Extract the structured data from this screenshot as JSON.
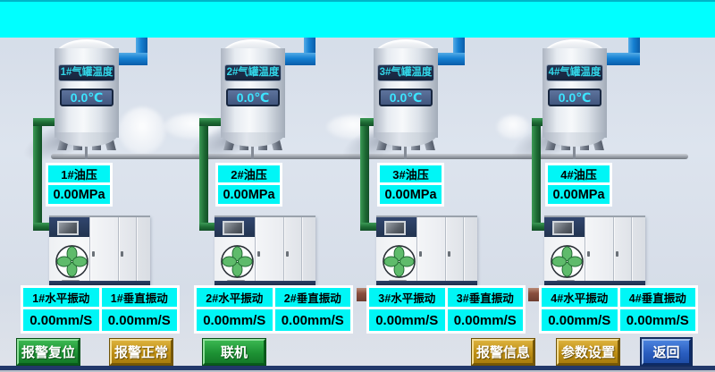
{
  "screen": {
    "type": "air-compressor-monitoring-hmi",
    "colors": {
      "header_duct": "#00ffff",
      "data_cell_cyan": "#00f6f6",
      "tank_display_navy": "#16243f",
      "tank_display_text": "#3ce4ff",
      "pipe_blue": "#1580d2",
      "pipe_green": "#1d6b34",
      "button_green": "#1d9234",
      "button_gold": "#bd8e14",
      "button_blue": "#2a5ec0",
      "footer_bar": "#22386a"
    }
  },
  "units": [
    {
      "temp_label": "1#气罐温度",
      "temp_value": "0.0℃",
      "oil_label": "1#油压",
      "oil_value": "0.00MPa",
      "vib_h_label": "1#水平振动",
      "vib_h_value": "0.00mm/S",
      "vib_v_label": "1#垂直振动",
      "vib_v_value": "0.00mm/S"
    },
    {
      "temp_label": "2#气罐温度",
      "temp_value": "0.0℃",
      "oil_label": "2#油压",
      "oil_value": "0.00MPa",
      "vib_h_label": "2#水平振动",
      "vib_h_value": "0.00mm/S",
      "vib_v_label": "2#垂直振动",
      "vib_v_value": "0.00mm/S"
    },
    {
      "temp_label": "3#气罐温度",
      "temp_value": "0.0℃",
      "oil_label": "3#油压",
      "oil_value": "0.00MPa",
      "vib_h_label": "3#水平振动",
      "vib_h_value": "0.00mm/S",
      "vib_v_label": "3#垂直振动",
      "vib_v_value": "0.00mm/S"
    },
    {
      "temp_label": "4#气罐温度",
      "temp_value": "0.0℃",
      "oil_label": "4#油压",
      "oil_value": "0.00MPa",
      "vib_h_label": "4#水平振动",
      "vib_h_value": "0.00mm/S",
      "vib_v_label": "4#垂直振动",
      "vib_v_value": "0.00mm/S"
    }
  ],
  "buttons": {
    "alarm_reset": "报警复位",
    "alarm_normal": "报警正常",
    "online": "联机",
    "alarm_info": "报警信息",
    "param_settings": "参数设置",
    "back": "返回"
  }
}
